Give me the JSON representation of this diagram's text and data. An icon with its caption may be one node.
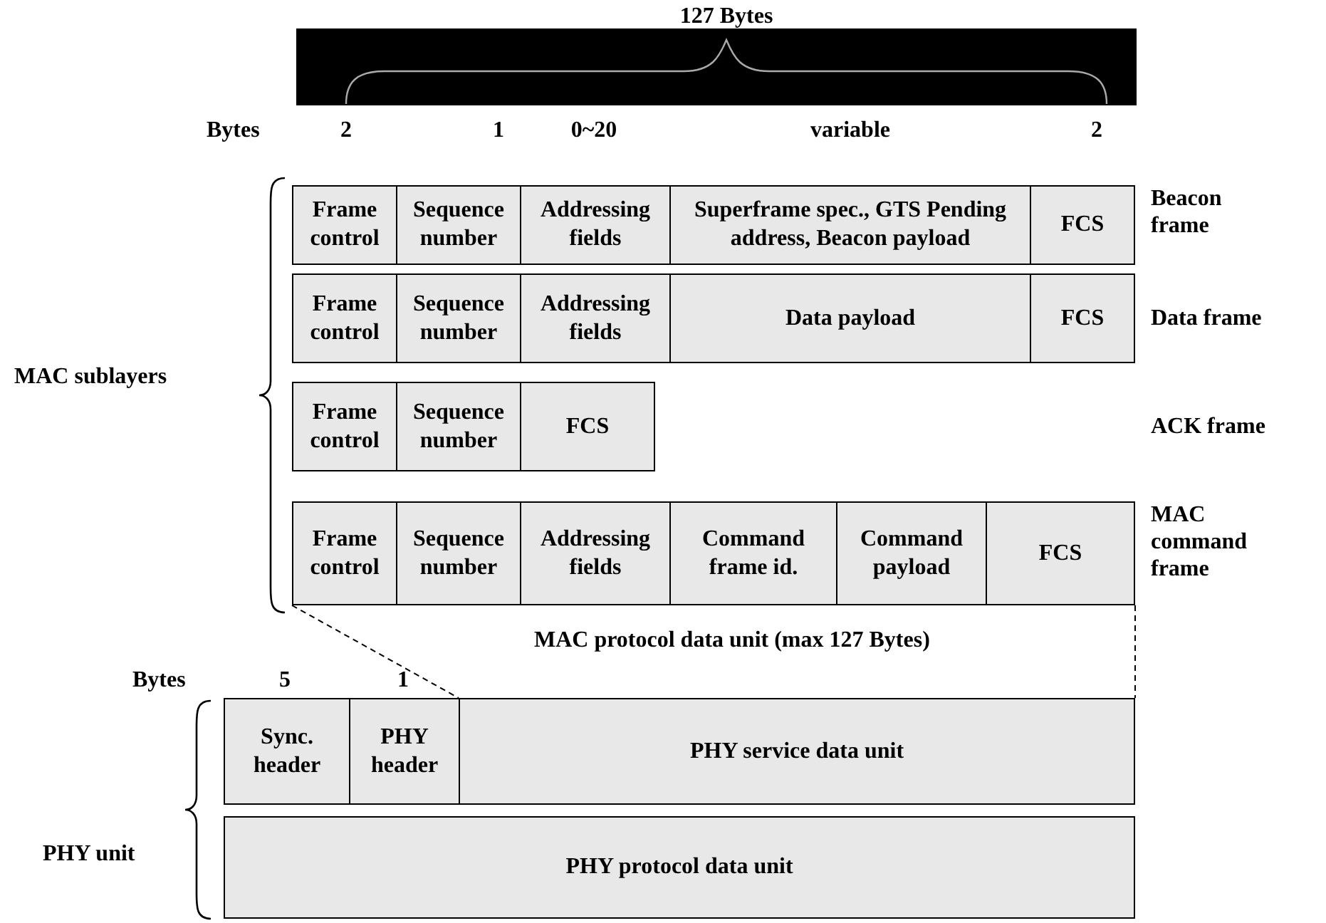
{
  "diagram": {
    "nodes": [
      {
        "text": [
          "Frame control"
        ]
      },
      {
        "text": [
          "Sequence number"
        ]
      },
      {
        "text": [
          "Addressing fields"
        ]
      },
      {
        "text": [
          "Superframe spec., GTS Pending address, Beacon payload"
        ]
      },
      {
        "text": [
          "FCS"
        ]
      },
      {
        "text": [
          "Frame control"
        ]
      },
      {
        "text": [
          "Sequence number"
        ]
      },
      {
        "text": [
          "Addressing fields"
        ]
      },
      {
        "text": [
          "Data payload"
        ]
      },
      {
        "text": [
          "FCS"
        ]
      },
      {
        "text": [
          "Frame control"
        ]
      },
      {
        "text": [
          "Sequence number"
        ]
      },
      {
        "text": [
          "FCS"
        ]
      },
      {
        "text": [
          "Frame control"
        ]
      },
      {
        "text": [
          "Sequence number"
        ]
      },
      {
        "text": [
          "Addressing fields"
        ]
      },
      {
        "text": [
          "Command frame id."
        ]
      },
      {
        "text": [
          "Command payload"
        ]
      },
      {
        "text": [
          "FCS"
        ]
      },
      {
        "text": [
          "Sync. header"
        ]
      },
      {
        "text": [
          "PHY header"
        ]
      },
      {
        "text": [
          "PHY service data unit"
        ]
      },
      {
        "text": [
          "PHY protocol data unit"
        ]
      }
    ],
    "edges": [
      {
        "from": 13,
        "to": 21,
        "arrow": "none",
        "style": "dashed"
      },
      {
        "from": 18,
        "to": 21,
        "arrow": "none",
        "style": "dashed"
      }
    ],
    "labels": [
      "127 Bytes",
      "Bytes",
      "2",
      "1",
      "0~20",
      "variable",
      "2",
      "Beacon frame",
      "Data frame",
      "MAC sublayers",
      "ACK frame",
      "MAC command frame",
      "MAC protocol data unit (max 127 Bytes)",
      "Bytes",
      "5",
      "1",
      "PHY unit"
    ]
  }
}
